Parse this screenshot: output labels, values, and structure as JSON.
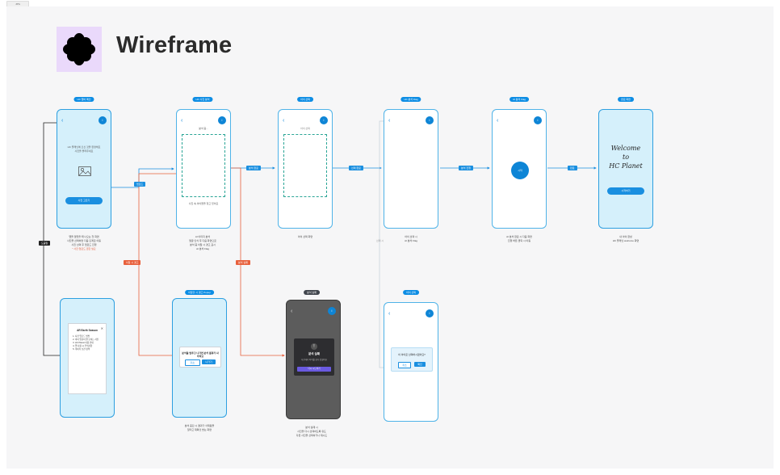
{
  "frame_tag": "JPG",
  "header": {
    "title": "Wireframe"
  },
  "screens": [
    {
      "id": "s1",
      "tag": "HC 탭바 메인",
      "texts": [
        "HC 플래닛에 오신 것을 환영해요",
        "사진을 올려주세요"
      ],
      "button": "사진 고르기",
      "caption": [
        "앱을 열었을 때 나오는 첫 화면",
        "사진을 선택하면 다음 단계로 이동",
        "사진 선택 후 업로드 진행"
      ],
      "caption_warning": "* 사진 업로드 권한 필요"
    },
    {
      "id": "s2",
      "tag": "HC 사진 분석",
      "texts": [
        "분석 중...",
        "사진 속 아이들을 찾고 있어요"
      ],
      "caption": [
        "AI 이미지 분석",
        "얼굴 인식 후 다음 화면으로",
        "분석 중 이탈 시 경고 표시",
        "AI 분석 Flag"
      ]
    },
    {
      "id": "s3",
      "tag": "아이 선택",
      "texts": [
        "아이 선택"
      ],
      "caption": [
        "아이 선택 화면"
      ]
    },
    {
      "id": "s4",
      "tag": "HC 분석 Flag",
      "texts": [],
      "caption": [
        "아이 선택 시",
        "AI 분석 Flag"
      ]
    },
    {
      "id": "s5",
      "tag": "AI 분석 Flag",
      "button": "시작",
      "caption": [
        "AI 분석 완료 시 다음 화면",
        "진행 버튼 클릭 시 이동"
      ]
    },
    {
      "id": "s6",
      "tag": "완료 화면",
      "welcome": [
        "Welcome",
        "to",
        "HC Planet"
      ],
      "button": "시작하기",
      "caption": [
        "내 아이 완성",
        "HC 플래닛 welcome 화면"
      ]
    },
    {
      "id": "s7",
      "tag": "",
      "modal_title": "AR Earth Season",
      "modal_items": [
        "사진 업로드 방법",
        "아이 얼굴이 잘 보이는 사진",
        "HC Planet 이용 안내",
        "앱 사용 시 주의사항",
        "데이터 보관 정책"
      ]
    },
    {
      "id": "s8",
      "tag": "이탈할 시 경고 Popup",
      "dialog": "분석을 멈추고 나가면 분석 결과가 사라져요",
      "buttons": [
        "취소",
        "나가기"
      ],
      "caption": [
        "분석 중단 시 결과가 삭제됨을",
        "알리고 재확인 받는 화면"
      ]
    },
    {
      "id": "s9",
      "tag": "분석 실패",
      "dialog_title": "분석 실패",
      "dialog_body": "사진에서 아이를 찾지 못했어요",
      "button": "다시 시도하기",
      "caption": [
        "분석 실패 시",
        "사진을 다시 선택하도록 유도",
        "다른 사진을 선택하거나 재시도"
      ]
    },
    {
      "id": "s10",
      "tag": "아이 선택",
      "dialog": "이 아이로 선택하시겠어요?",
      "buttons": [
        "취소",
        "확인"
      ]
    }
  ],
  "connectors": {
    "s1_s2": "업로드",
    "s2_s3": "분석 완료",
    "s3_s4": "선택 완료",
    "s4_s5": "분석 진행",
    "s5_s6": "완료",
    "s1_s7": "도움말",
    "s2_s8": "이탈 시 경고",
    "s2_s9": "분석 실패",
    "s3_s10": "선택 시"
  },
  "colors": {
    "accent": "#1a8fe0",
    "alert": "#e8603c",
    "logo_bg": "#ead9fb"
  }
}
